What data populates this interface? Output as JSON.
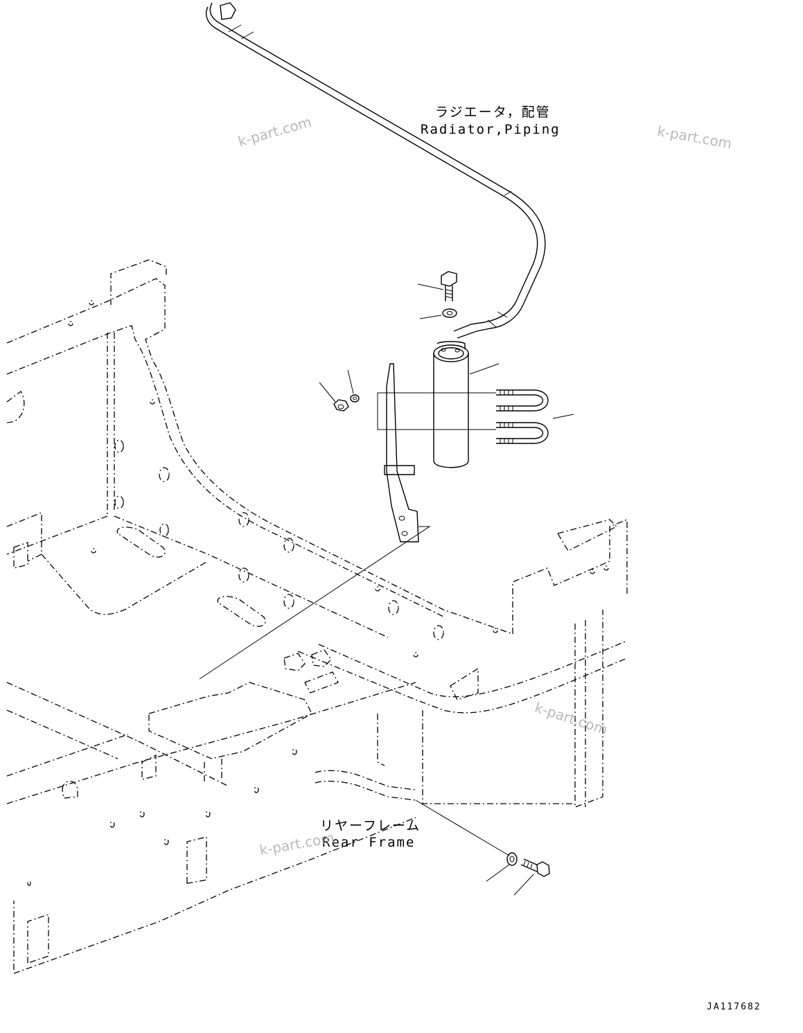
{
  "labels": {
    "radiator_jp": "ラジエータ，配管",
    "radiator_en": "Radiator,Piping",
    "rear_frame_jp": "リヤーフレーム",
    "rear_frame_en": "Rear Frame",
    "drawing_code": "JA117682"
  },
  "watermarks": [
    "k-part.com",
    "k-part.com",
    "k-part.com",
    "k-part.com"
  ],
  "icons": [
    "bolt",
    "washer",
    "nut",
    "receiver-drier",
    "u-bolt",
    "bracket",
    "pipe",
    "frame-outline"
  ]
}
